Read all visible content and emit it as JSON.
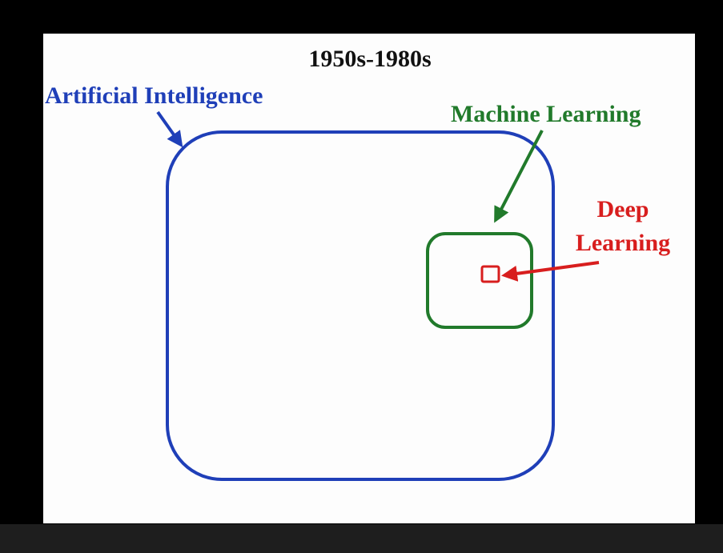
{
  "title": "1950s-1980s",
  "labels": {
    "ai": "Artificial Intelligence",
    "ml": "Machine Learning",
    "dl_line1": "Deep",
    "dl_line2": "Learning"
  },
  "colors": {
    "background": "#000000",
    "slide": "#fdfdfd",
    "bottom_bar": "#1e1e1e",
    "title": "#111111",
    "ai": "#1f3fb8",
    "ml": "#217a2b",
    "dl": "#d81e1e"
  }
}
